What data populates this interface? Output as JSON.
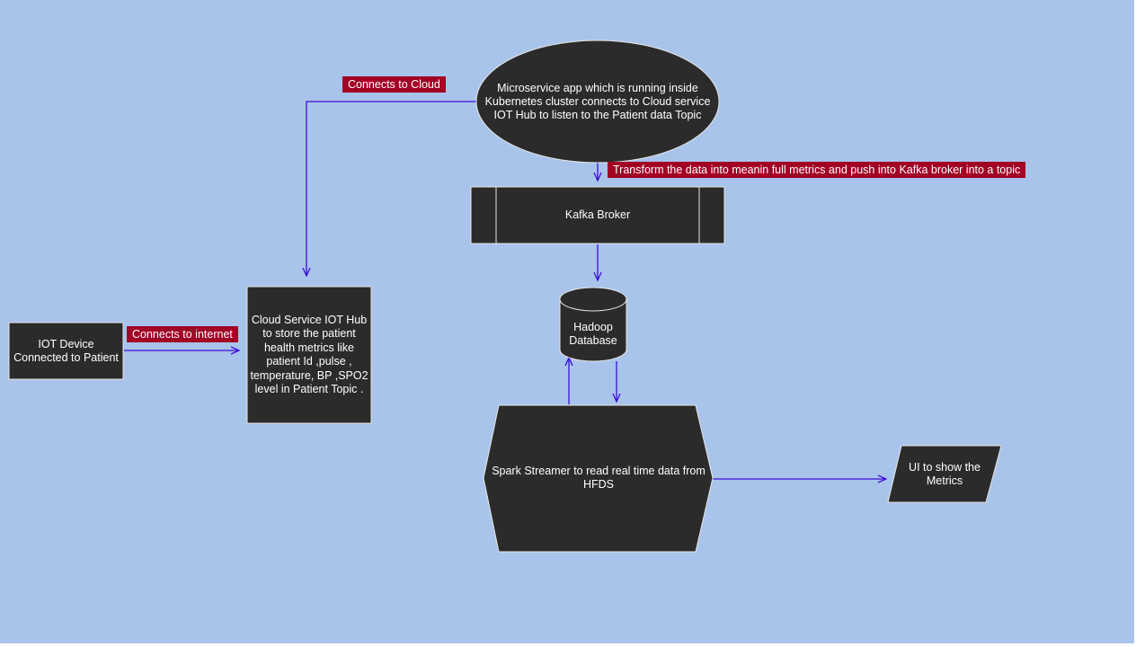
{
  "nodes": {
    "iot_device": "IOT Device\nConnected to Patient",
    "cloud_iot_hub": "Cloud Service IOT Hub\nto store the patient\nhealth  metrics like\npatient Id ,pulse ,\ntemperature, BP ,SPO2\nlevel in Patient Topic .",
    "microservice": "Microservice app which is running inside\nKubernetes cluster  connects to Cloud service\nIOT Hub  to listen to the Patient data Topic",
    "kafka_broker": "Kafka Broker",
    "hadoop_db": "Hadoop\nDatabase",
    "spark_streamer": "Spark Streamer to read real time data from\nHFDS",
    "ui_metrics": "UI to show the\nMetrics"
  },
  "edge_labels": {
    "connects_to_internet": "Connects to internet",
    "connects_to_cloud": "Connects to Cloud",
    "transform": "Transform the data into meanin full metrics and push into Kafka broker into a topic"
  },
  "colors": {
    "background": "#a9c4ea",
    "node_fill": "#2b2b2b",
    "node_stroke": "#e6e6e6",
    "label_fill": "#a20025",
    "arrow": "#3b0fd6"
  }
}
